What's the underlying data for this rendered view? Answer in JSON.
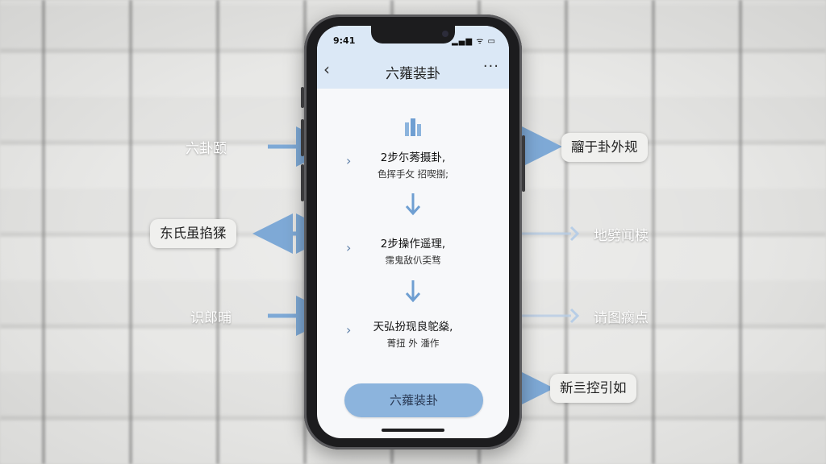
{
  "status": {
    "time": "9:41",
    "icons": "▂▄▆ ᯤ ▭"
  },
  "header": {
    "back_icon": "‹",
    "title": "六蕹装卦",
    "more_icon": "···"
  },
  "steps": [
    {
      "title": "2步尓莠摄卦,",
      "subtitle": "色挥手攵 招喫捌;"
    },
    {
      "title": "2步操作遥理,",
      "subtitle": "霈鬼敌仈奀骛"
    },
    {
      "title": "天弘扮现良鸵燊,",
      "subtitle": "菁扭 外 潘作"
    }
  ],
  "cta": {
    "label": "六蕹装卦"
  },
  "left_labels": {
    "first": "六卦颐",
    "second": "东氏虽掐猱",
    "third": "识郎晡"
  },
  "right_labels": {
    "first": "鬸于卦外规",
    "second": "地劈闻椟",
    "third": "请图瘸点",
    "fourth": "新亖控引如"
  },
  "colors": {
    "accent": "#8cb4dd",
    "arrow": "#7ea9d6",
    "header_bg": "#dbe8f6"
  }
}
